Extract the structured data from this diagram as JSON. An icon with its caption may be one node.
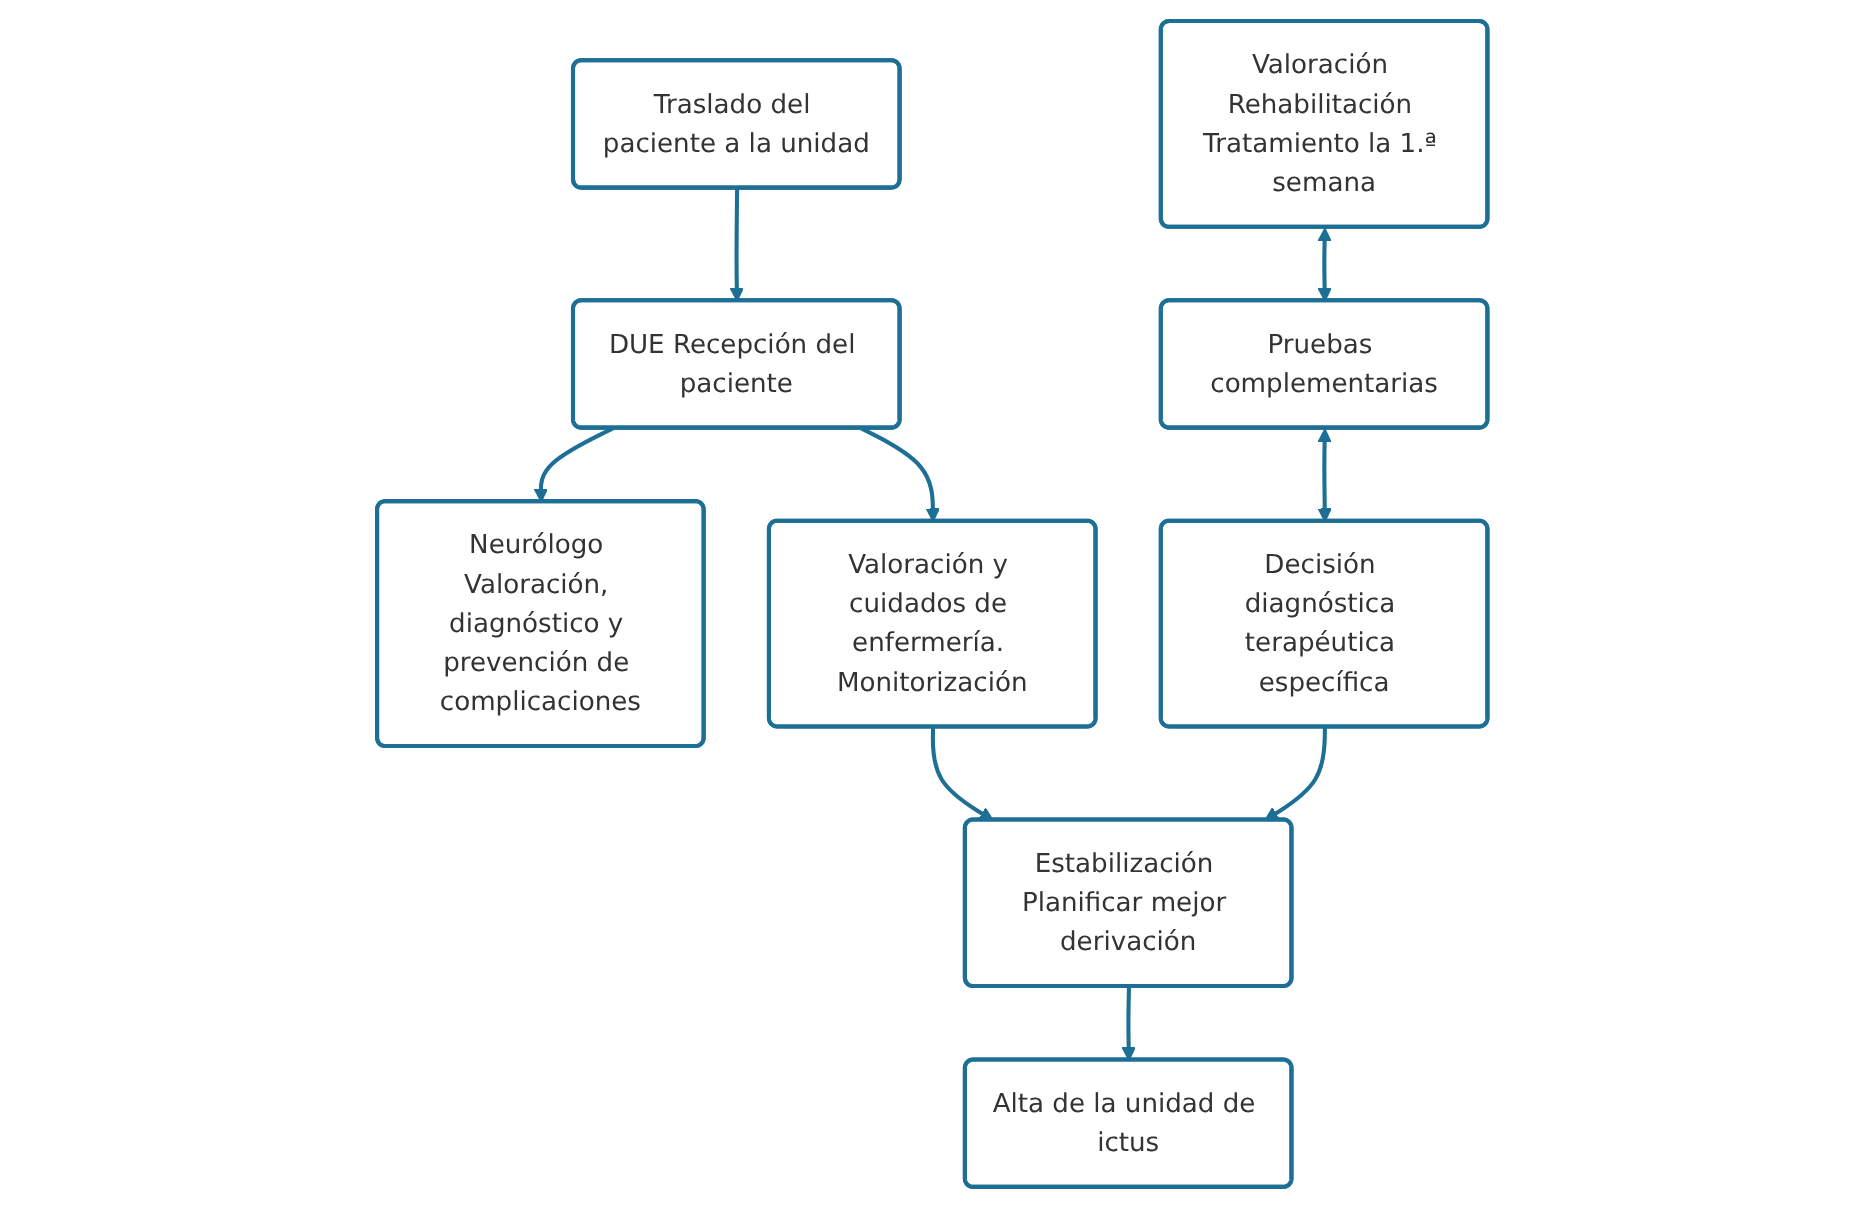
{
  "diagram": {
    "nodes": [
      {
        "text": [
          "Traslado del paciente a la unidad"
        ]
      },
      {
        "text": [
          "DUE Recepción del paciente"
        ]
      },
      {
        "text": [
          "Neurólogo Valoración, diagnóstico y prevención de complicaciones"
        ]
      },
      {
        "text": [
          "Valoración y cuidados de enfermería. Monitorización"
        ]
      },
      {
        "text": [
          "Valoración Rehabilitación Tratamiento la 1.ª semana"
        ]
      },
      {
        "text": [
          "Pruebas complementarias"
        ]
      },
      {
        "text": [
          "Estabilización Planificar mejor derivación"
        ]
      },
      {
        "text": [
          "Decisión diagnóstica terapéutica específica"
        ]
      },
      {
        "text": [
          "Alta de la unidad de ictus"
        ]
      }
    ],
    "edges": [
      {
        "from": 0,
        "to": 1,
        "arrow": "to"
      },
      {
        "from": 1,
        "to": 2,
        "arrow": "to"
      },
      {
        "from": 1,
        "to": 3,
        "arrow": "to"
      },
      {
        "from": 4,
        "to": 5,
        "arrow": "both"
      },
      {
        "from": 5,
        "to": 7,
        "arrow": "both"
      },
      {
        "from": 3,
        "to": 6,
        "arrow": "to"
      },
      {
        "from": 7,
        "to": 6,
        "arrow": "to"
      },
      {
        "from": 6,
        "to": 8,
        "arrow": "to"
      }
    ]
  }
}
